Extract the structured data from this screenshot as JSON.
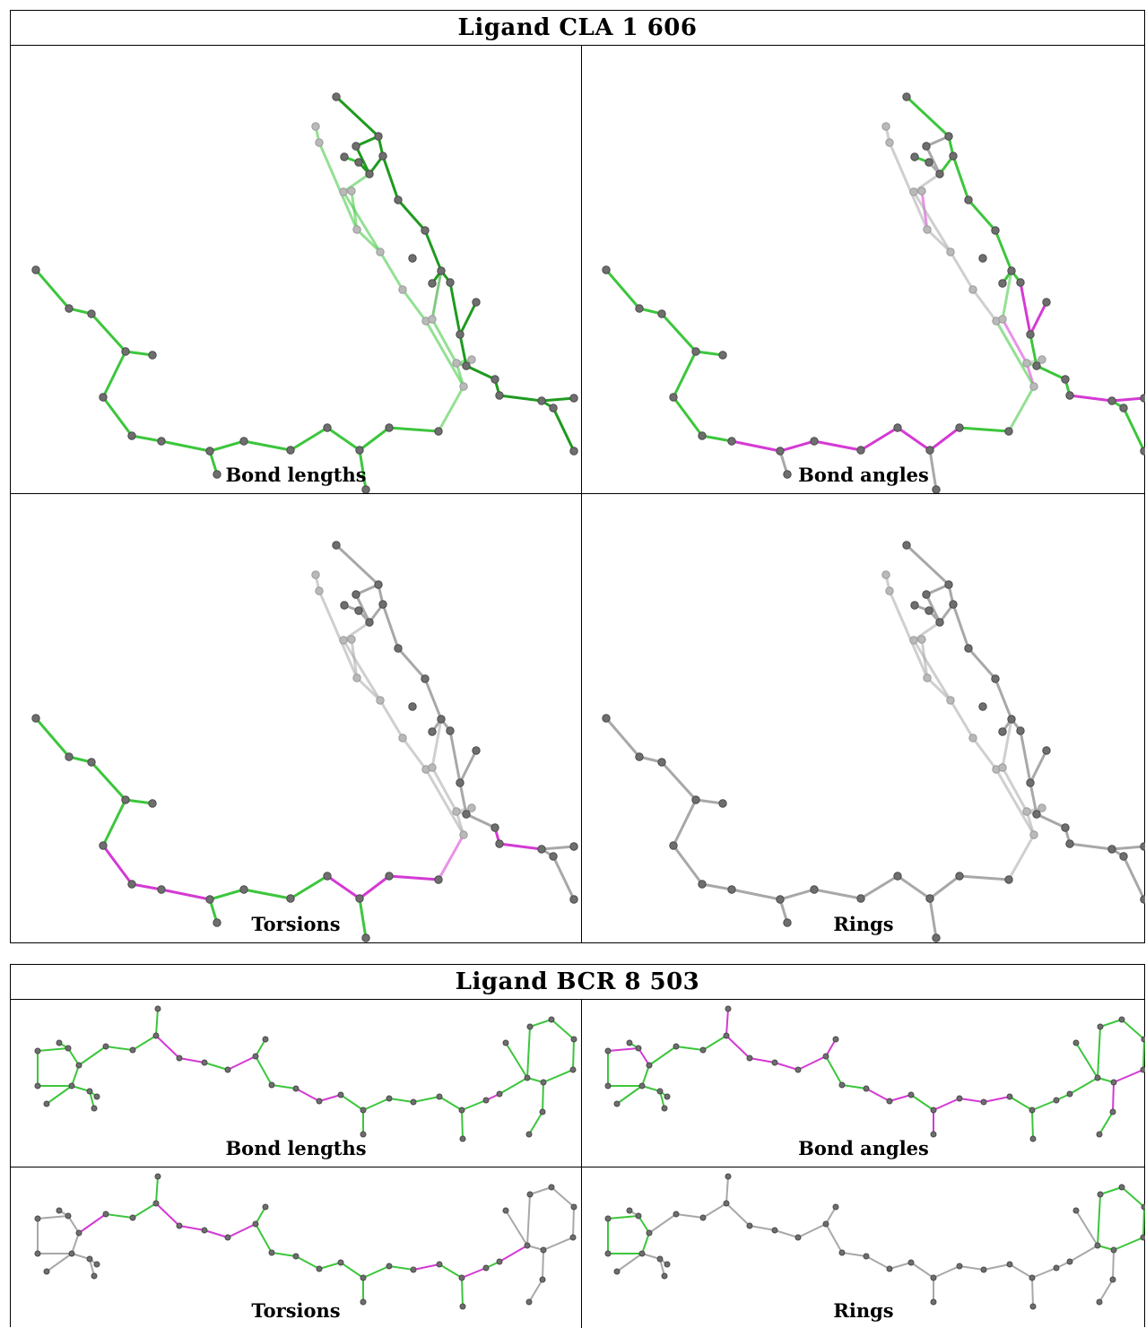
{
  "ligand1": {
    "title": "Ligand CLA 1 606",
    "panels": [
      {
        "caption": "Bond lengths"
      },
      {
        "caption": "Bond angles"
      },
      {
        "caption": "Torsions"
      },
      {
        "caption": "Rings"
      }
    ]
  },
  "ligand2": {
    "title": "Ligand BCR 8 503",
    "panels": [
      {
        "caption": "Bond lengths"
      },
      {
        "caption": "Bond angles"
      },
      {
        "caption": "Torsions"
      },
      {
        "caption": "Rings"
      }
    ]
  },
  "colors": {
    "green": "#3cc63c",
    "dark_green": "#1f9a1f",
    "magenta": "#d43ad4",
    "grey": "#a8a8a8",
    "light_grey": "#cfcfcf"
  }
}
